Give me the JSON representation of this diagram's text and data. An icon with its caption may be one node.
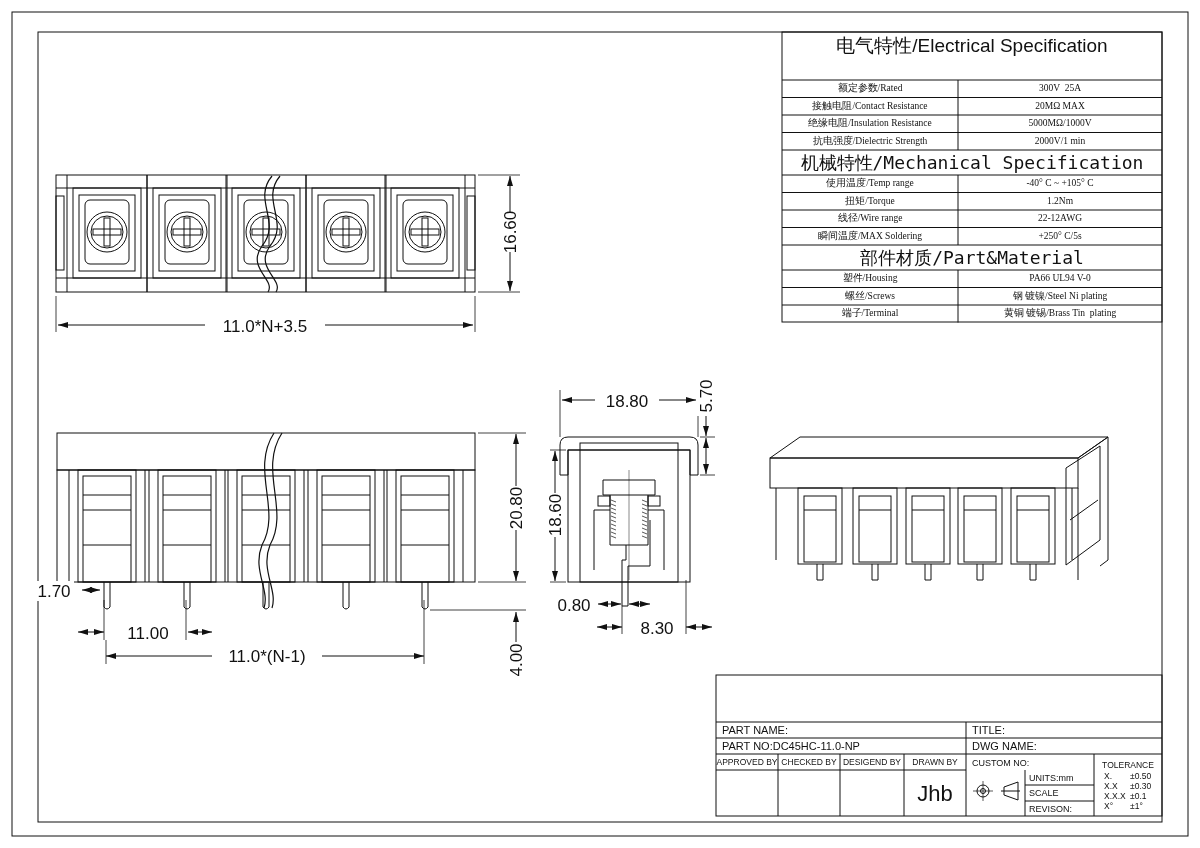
{
  "diagram": {
    "labels": [
      "电气特性/Electrical Specification",
      "额定参数/Rated",
      "300V  25A",
      "接触电阻/Contact Resistance",
      "20MΩ MAX",
      "绝缘电阻/Insulation Resistance",
      "5000MΩ/1000V",
      "抗电强度/Dielectric Strength",
      "2000V/1 min",
      "机械特性/Mechanical Specification",
      "使用温度/Temp range",
      "-40° C ~ +105° C",
      "扭矩/Torque",
      "1.2Nm",
      "线径/Wire range",
      "22-12AWG",
      "瞬间温度/MAX Soldering",
      "+250° C/5s",
      "部件材质/Part&Material",
      "塑件/Housing",
      "PA66 UL94 V-0",
      "螺丝/Screws",
      "钢 镀镍/Steel Ni plating",
      "端子/Terminal",
      "黄铜 镀锡/Brass Tin  plating",
      "16.60",
      "11.0*N+3.5",
      "18.80",
      "5.70",
      "20.80",
      "18.60",
      "1.70",
      "11.00",
      "11.0*(N-1)",
      "0.80",
      "8.30",
      "4.00",
      "PART NAME:",
      "TITLE:",
      "PART NO:DC45HC-11.0-NP",
      "DWG NAME:",
      "APPROVED BY",
      "CHECKED BY",
      "DESIGEND BY",
      "DRAWN BY",
      "CUSTOM NO:",
      "TOLERANCE",
      "X.",
      "±0.50",
      "X.X",
      "±0.30",
      "X.X.X",
      "±0.1",
      "X°",
      "±1°",
      "UNITS:mm",
      "SCALE",
      "REVISON:",
      "Jhb"
    ]
  }
}
